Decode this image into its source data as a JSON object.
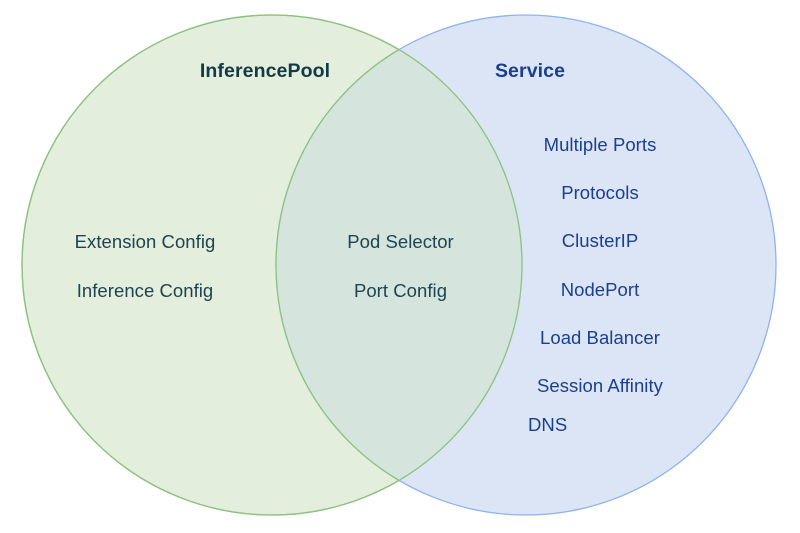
{
  "diagram": {
    "type": "venn",
    "background": "#ffffff",
    "sets": [
      {
        "id": "inferencepool",
        "title": "InferencePool",
        "title_color": "#123b47",
        "fill": "#e4eedd",
        "stroke": "#8cc27e",
        "text_color": "#1d4450",
        "items": [
          "Extension Config",
          "Inference Config"
        ]
      },
      {
        "id": "service",
        "title": "Service",
        "title_color": "#1b3f8f",
        "fill": "#d8e3f5",
        "stroke": "#8fb3ef",
        "text_color": "#1b3f8f",
        "items": [
          "Multiple Ports",
          "Protocols",
          "ClusterIP",
          "NodePort",
          "Load Balancer",
          "Session Affinity",
          "DNS"
        ]
      }
    ],
    "intersection": {
      "id": "shared",
      "fill": "#d5e5dd",
      "text_color": "#1d4450",
      "items": [
        "Pod Selector",
        "Port Config"
      ]
    }
  }
}
